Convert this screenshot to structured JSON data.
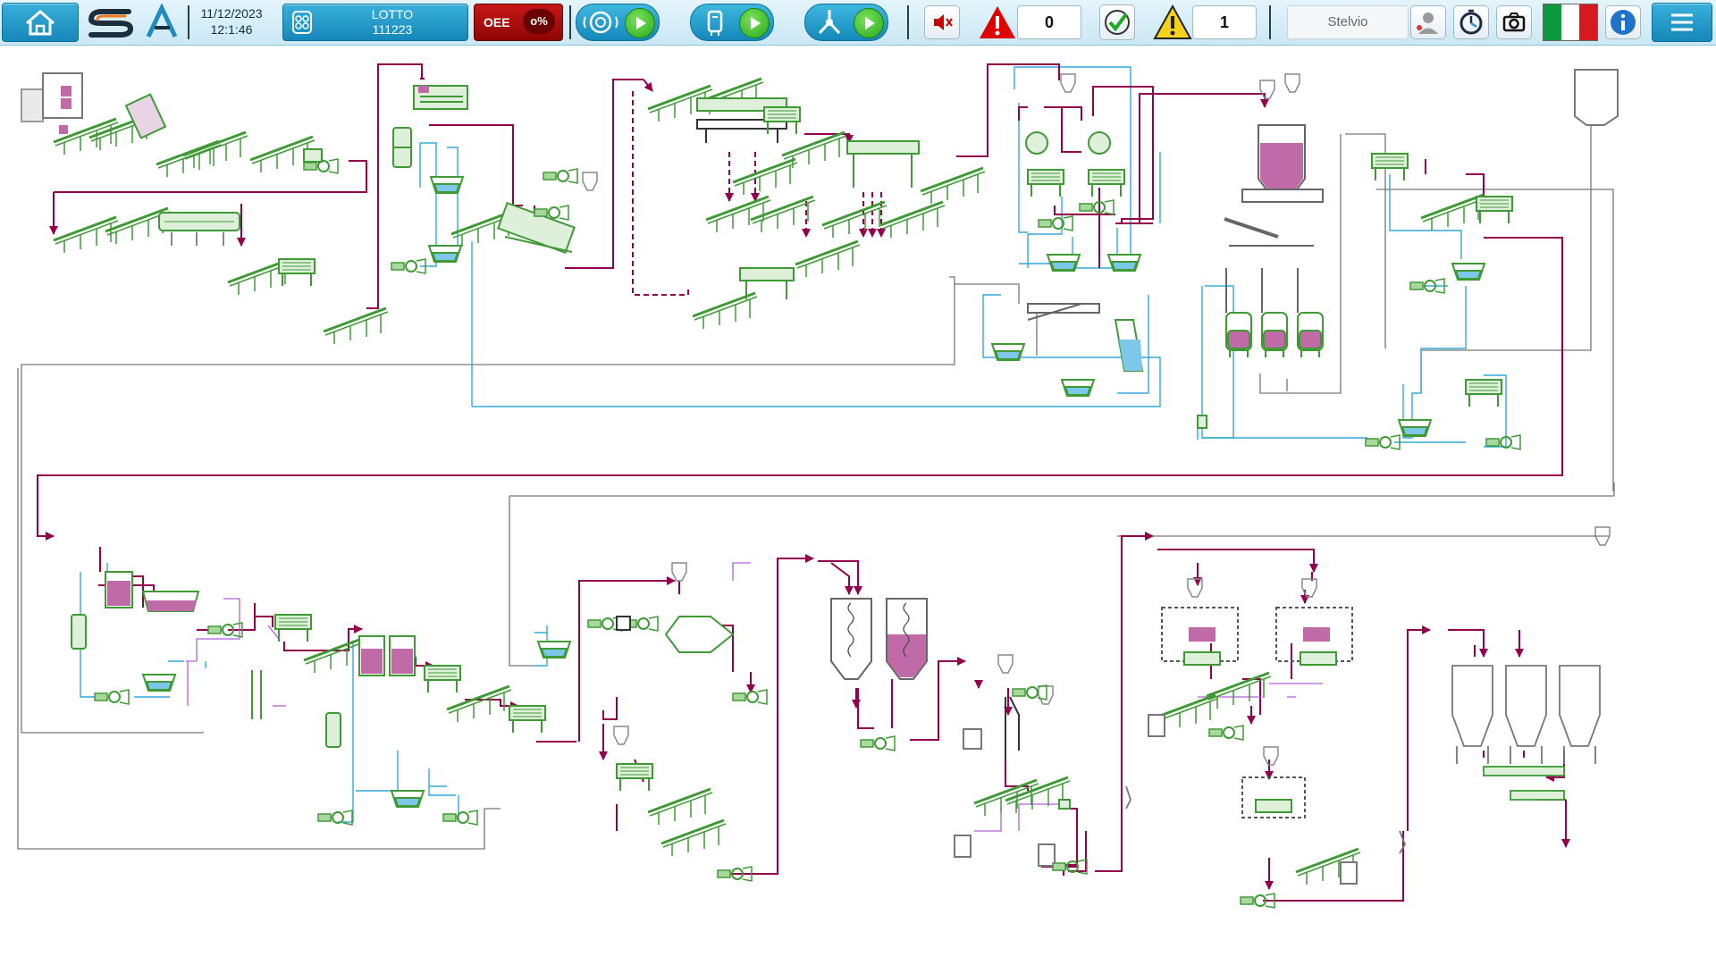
{
  "header": {
    "date": "11/12/2023",
    "time": "12:1:46",
    "lotto_label": "LOTTO",
    "lotto_value": "111223",
    "oee_label": "OEE",
    "oee_value": "o%",
    "alarm_count": "0",
    "warning_count": "1",
    "user_name": "Stelvio",
    "language": "italian-flag"
  },
  "icons": {
    "home": "home-icon",
    "logo1": "company-logo-s",
    "logo2": "company-logo-a",
    "batch": "batch-icon",
    "line1": "wash-cycle-icon",
    "line2": "tank-icon",
    "line3": "splitter-icon",
    "mute": "speaker-muted-icon",
    "alarm": "alarm-triangle-icon",
    "check": "checklist-icon",
    "warning": "warning-triangle-icon",
    "user": "user-avatar-icon",
    "timer": "stopwatch-icon",
    "camera": "camera-icon",
    "info": "info-icon",
    "menu": "hamburger-menu-icon"
  },
  "colors": {
    "product_line": "#94004e",
    "water_line": "#34a9d8",
    "service_line": "#777777",
    "equipment": "#3f9a36",
    "product_fill": "#c06aa8",
    "water_fill": "#7cc7ea",
    "header_blue": "#1e9ccf",
    "oee_red": "#b30f0f"
  }
}
